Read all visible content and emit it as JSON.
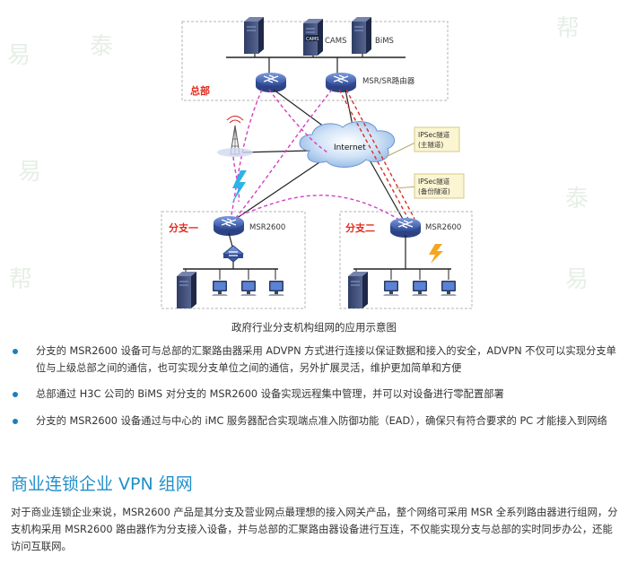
{
  "diagram": {
    "hq_label": "总部",
    "cams_label": "CAMS",
    "bims_label": "BiMS",
    "hq_router_label": "MSR/SR路由器",
    "internet_label": "Internet",
    "tunnel_main": [
      "IPSec隧道",
      "(主隧道)"
    ],
    "tunnel_backup": [
      "IPSec隧道",
      "(备份隧道)"
    ],
    "branch1_label": "分支一",
    "branch2_label": "分支二",
    "branch_router_label": "MSR2600",
    "server_icon_text": "CAMS",
    "colors": {
      "dash_border": "#b5b5b5",
      "red_label": "#e52b1e",
      "tunnel_line": "#d8302a",
      "vpn_line": "#d43fc2",
      "callout_bg": "#fbf5d2",
      "callout_border": "#d6c98a",
      "router_blue": "#4a6fc0"
    }
  },
  "caption": "政府行业分支机构组网的应用示意图",
  "bullets": [
    "分支的 MSR2600 设备可与总部的汇聚路由器采用 ADVPN 方式进行连接以保证数据和接入的安全，ADVPN 不仅可以实现分支单位与上级总部之间的通信，也可实现分支单位之间的通信，另外扩展灵活，维护更加简单和方便",
    "总部通过 H3C 公司的 BiMS 对分支的 MSR2600 设备实现远程集中管理，并可以对设备进行零配置部署",
    "分支的 MSR2600 设备通过与中心的 iMC 服务器配合实现端点准入防御功能（EAD），确保只有符合要求的 PC 才能接入到网络"
  ],
  "section_title": "商业连锁企业 VPN 组网",
  "paragraph": "对于商业连锁企业来说，MSR2600 产品是其分支及营业网点最理想的接入网关产品，整个网络可采用 MSR 全系列路由器进行组网，分支机构采用 MSR2600 路由器作为分支接入设备，并与总部的汇聚路由器设备进行互连，不仅能实现分支与总部的实时同步办公，还能访问互联网。"
}
